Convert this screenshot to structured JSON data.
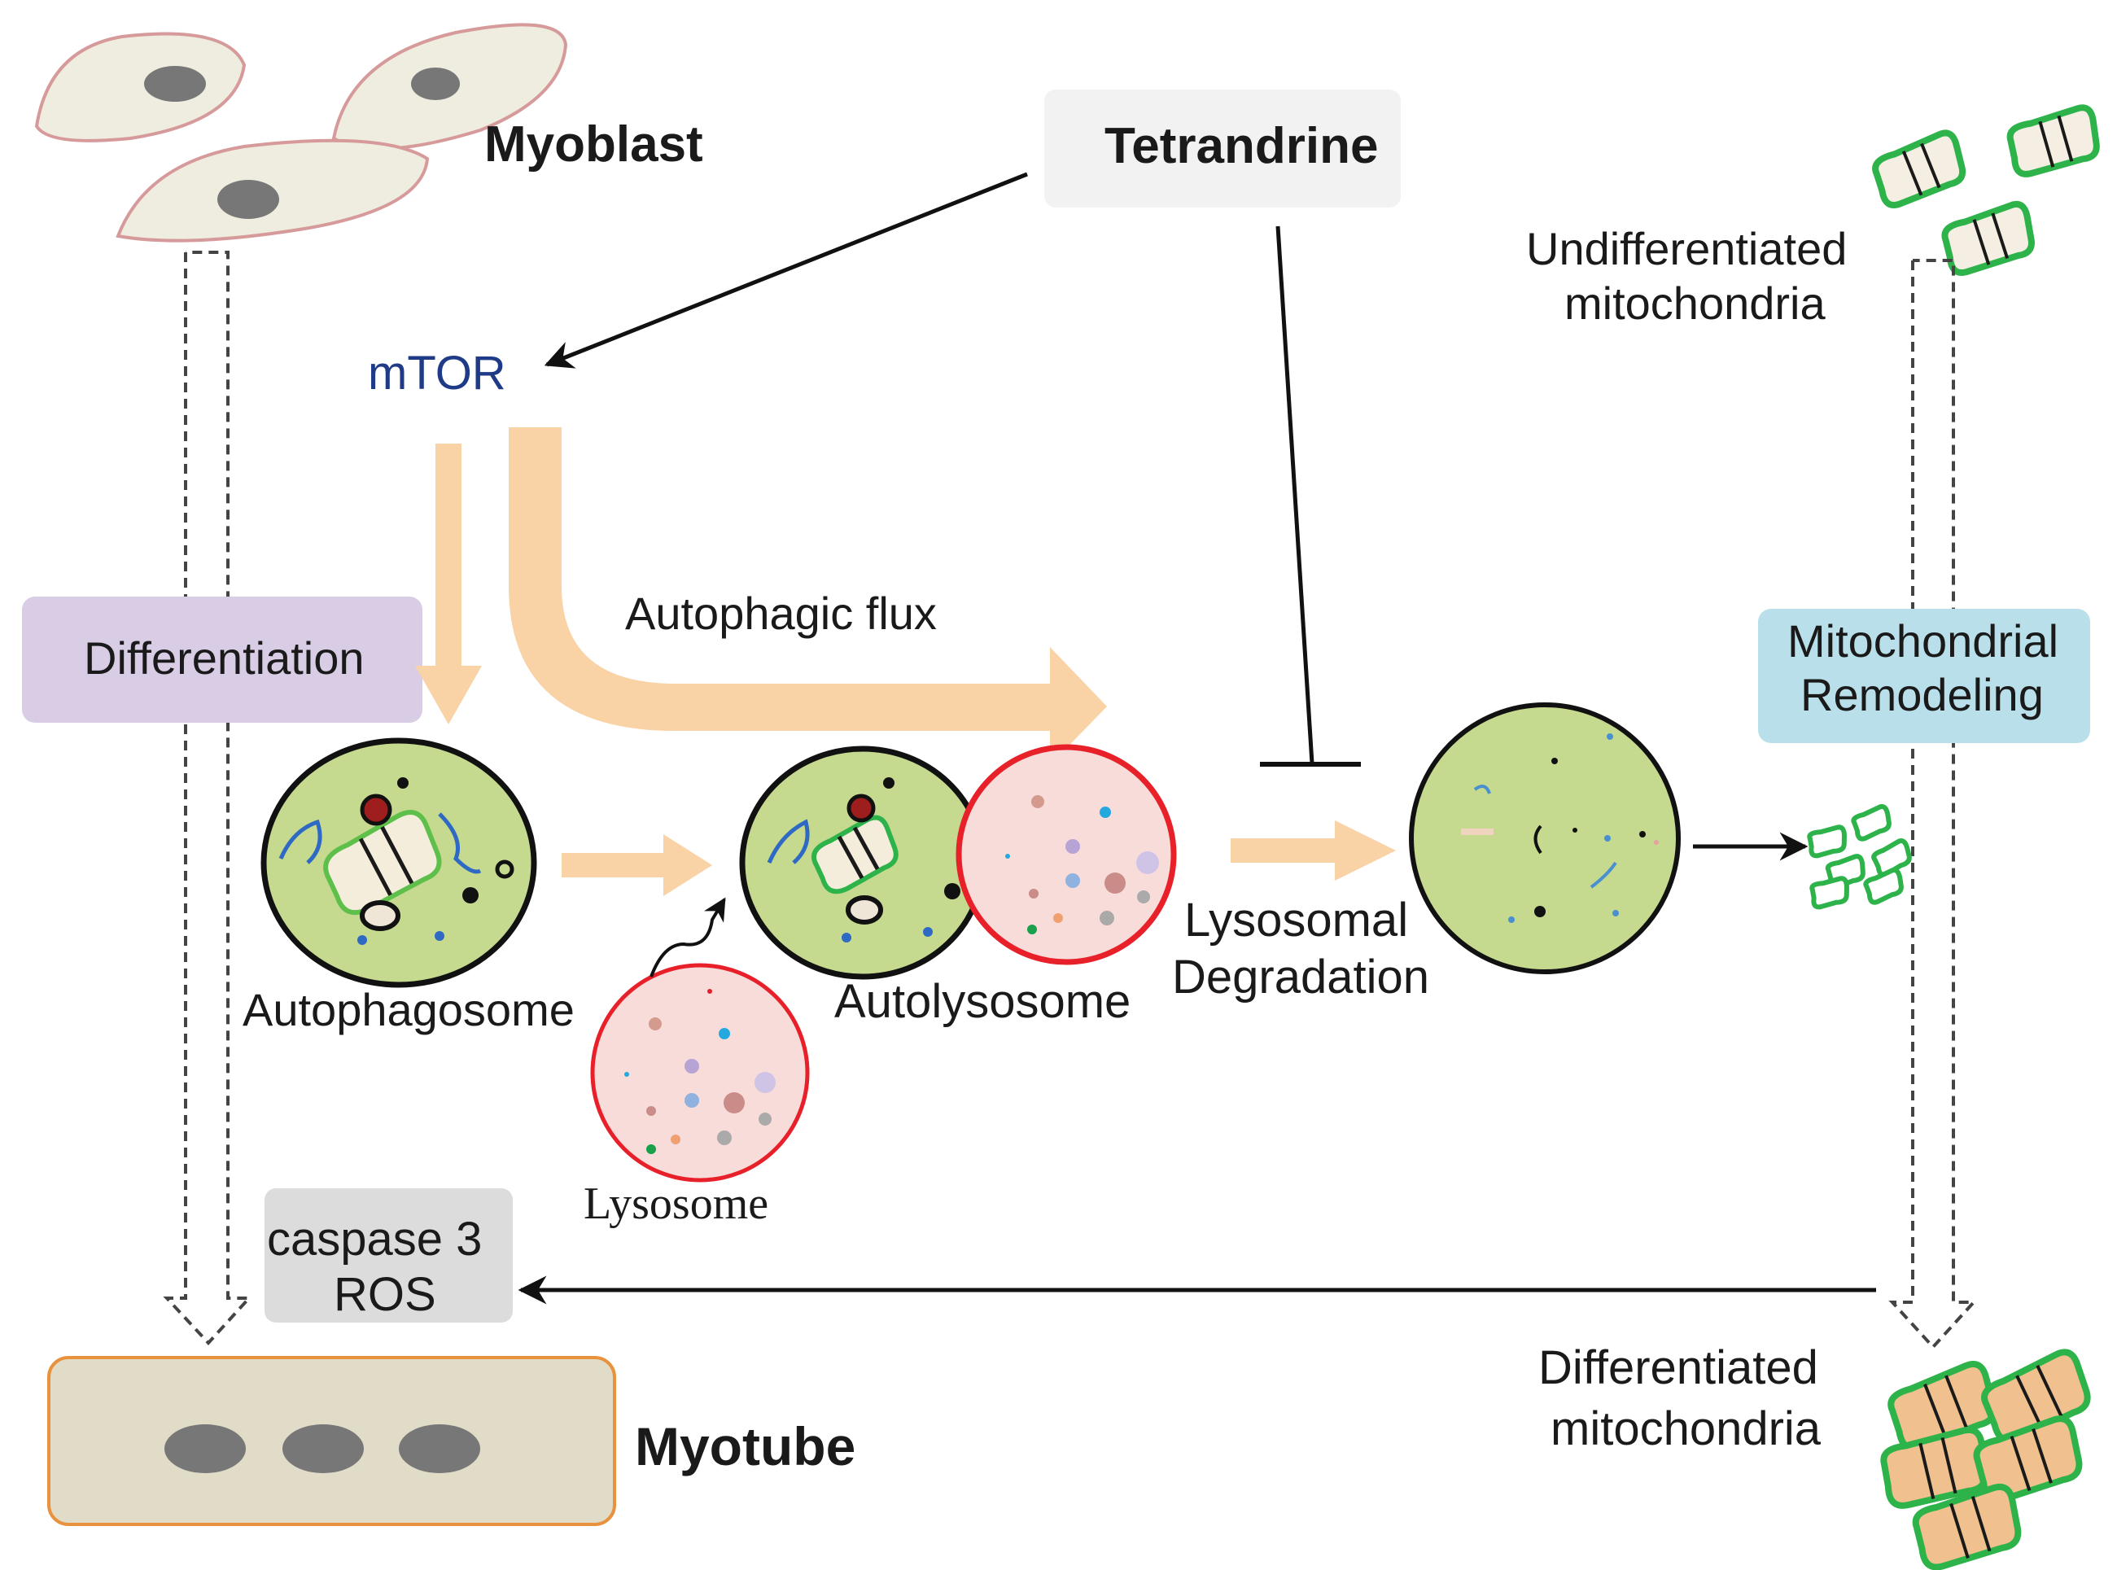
{
  "labels": {
    "myoblast": "Myoblast",
    "tetrandrine": "Tetrandrine",
    "mtor": "mTOR",
    "undiff_line1": "Undifferentiated",
    "undiff_line2": "mitochondria",
    "autophagic_flux": "Autophagic flux",
    "differentiation": "Differentiation",
    "mito_remodel_line1": "Mitochondrial",
    "mito_remodel_line2": "Remodeling",
    "autophagosome": "Autophagosome",
    "autolysosome": "Autolysosome",
    "lysosomal": "Lysosomal",
    "degradation": "Degradation",
    "lysosome": "Lysosome",
    "caspase": "caspase 3",
    "ros": "ROS",
    "diff_line1": "Differentiated",
    "diff_line2": "mitochondria",
    "myotube": "Myotube"
  },
  "colors": {
    "orange_arrow": "#f9d2a6",
    "vesicle_green": "#c5d98f",
    "lysosome_pink": "#f7dcd9",
    "lysosome_edge": "#e8202a",
    "differentiation_box": "#d9cde6",
    "remodeling_box": "#b9e0ea",
    "tetrandrine_box": "#f2f2f2",
    "caspase_box": "#dcdcdc",
    "myotube_fill": "#e1dcc8",
    "myotube_edge": "#e8923e",
    "mito_green": "#2db34a",
    "mito_orange": "#f0c08e",
    "mtor_blue": "#1f3b87"
  }
}
